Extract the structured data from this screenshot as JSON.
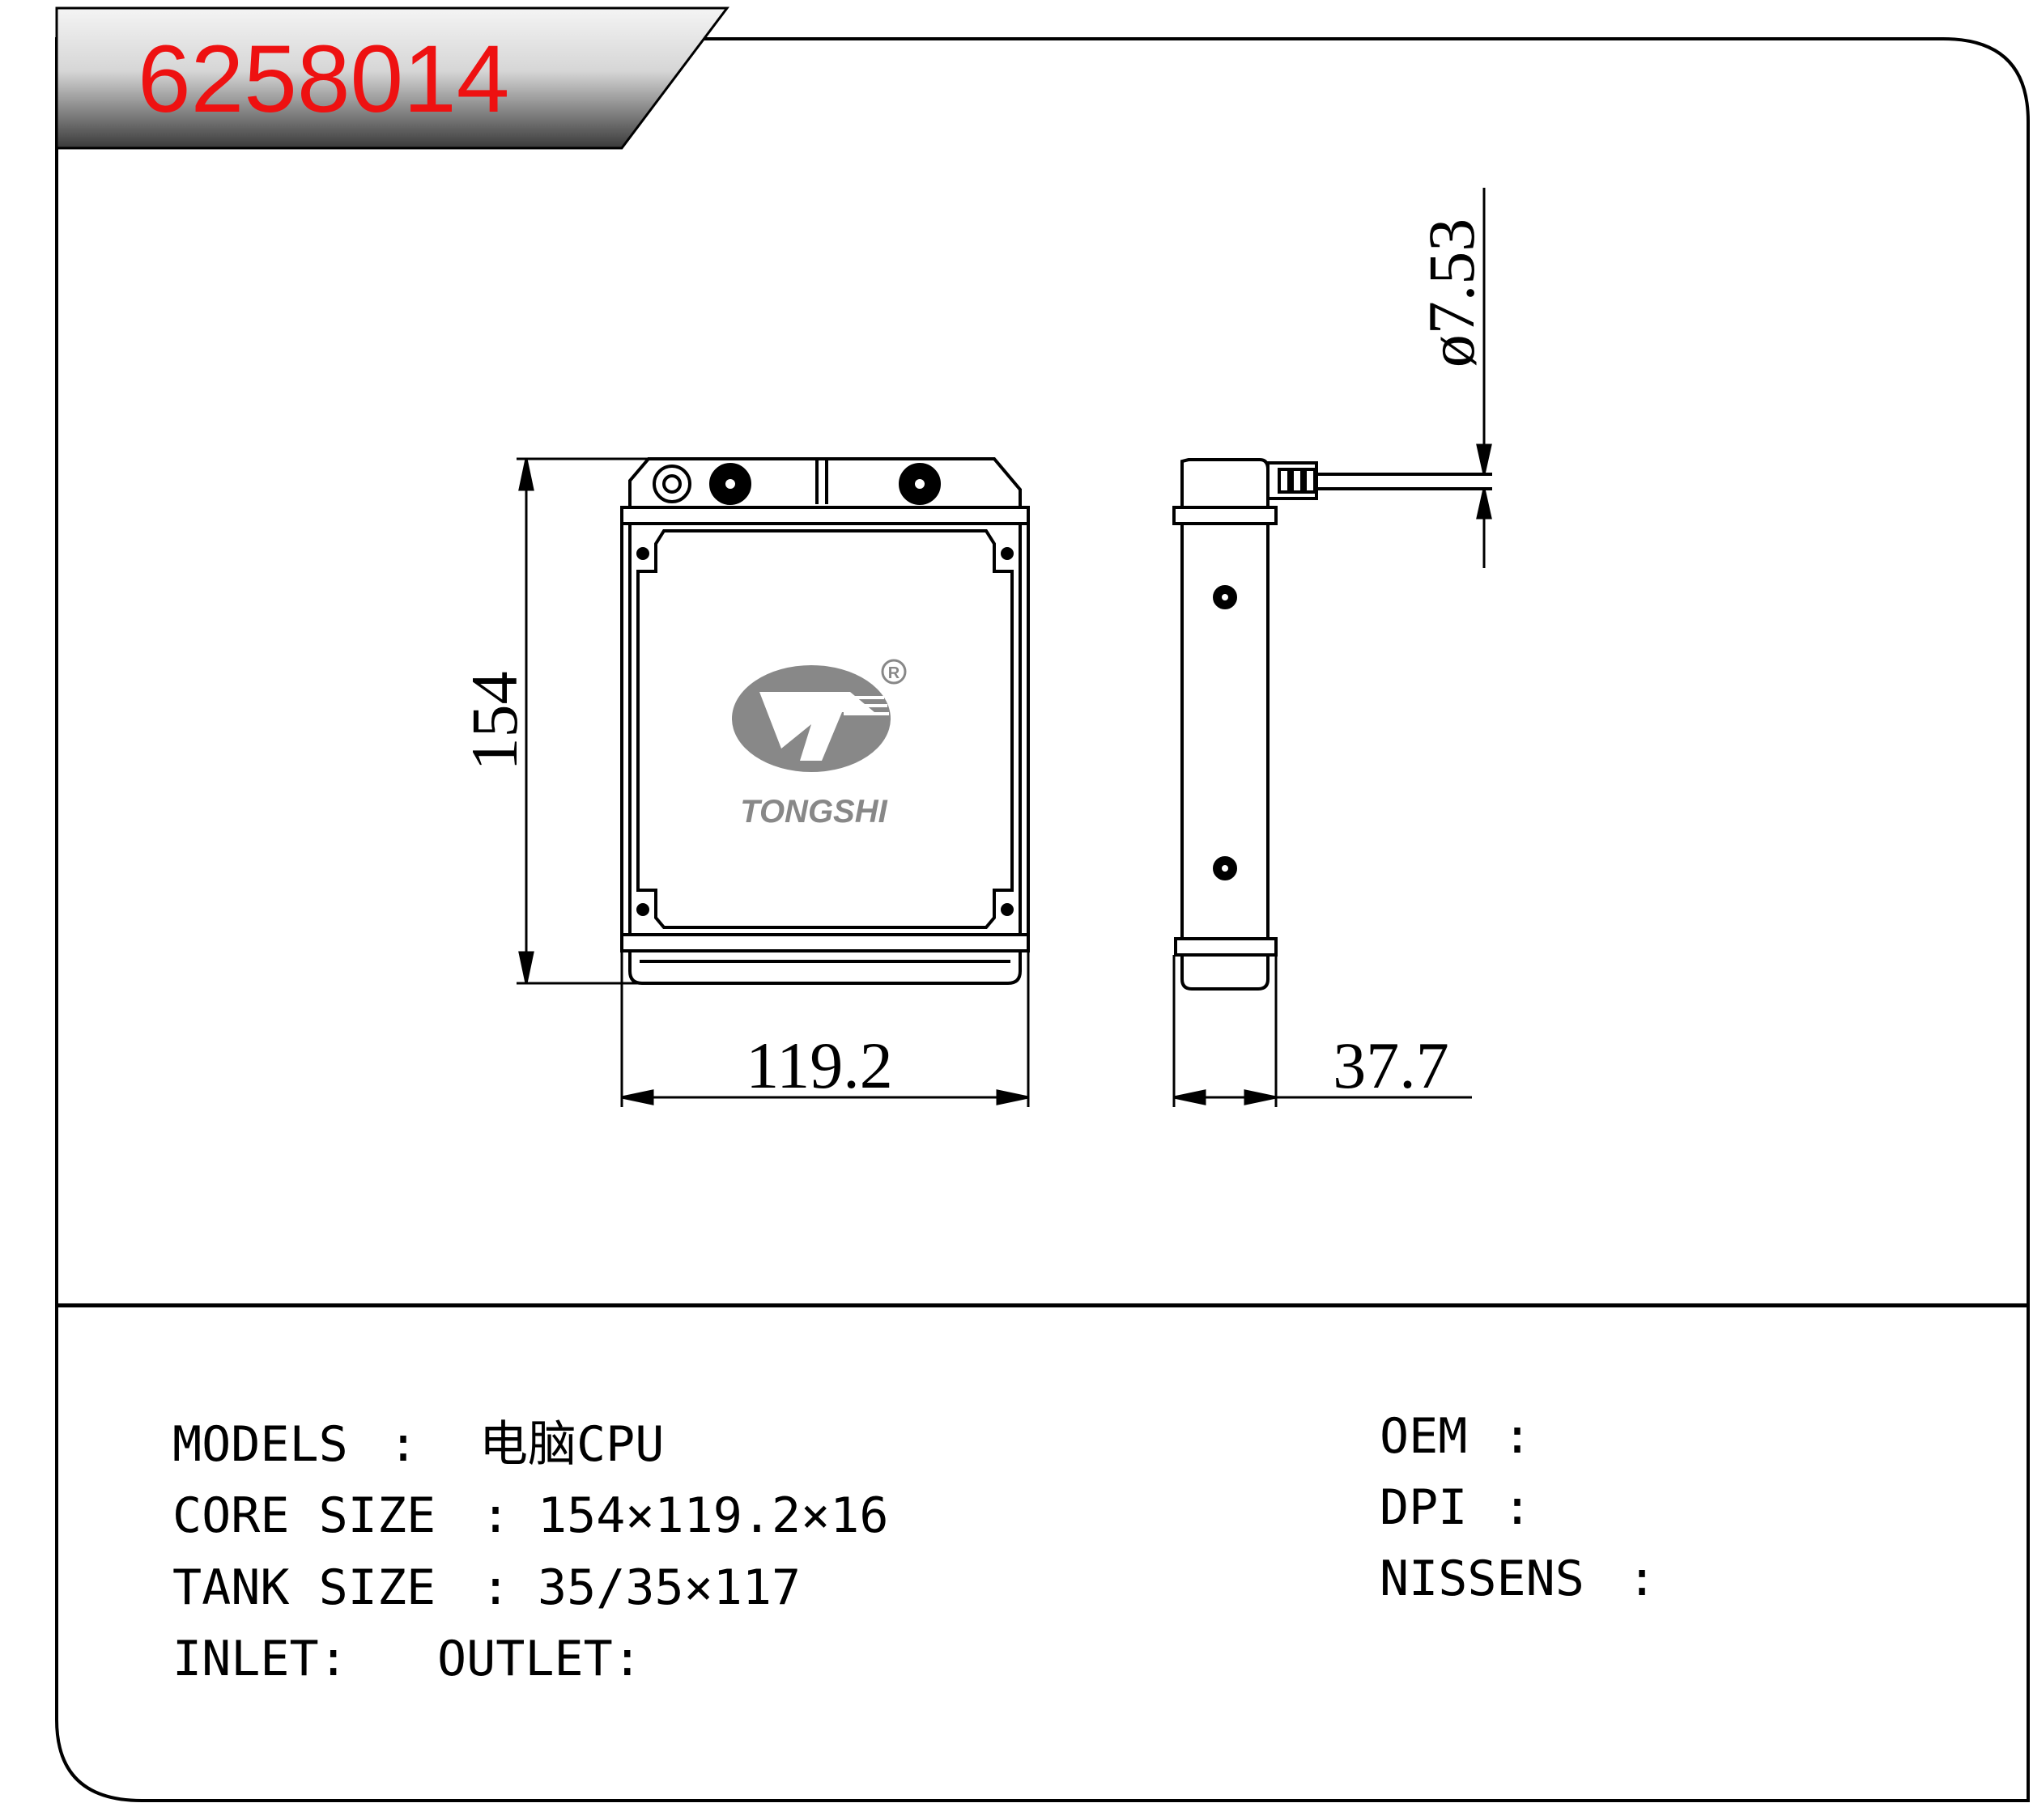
{
  "header": {
    "part_number": "6258014",
    "part_number_color": "#ee1111"
  },
  "drawing": {
    "dims": {
      "height": "154",
      "width": "119.2",
      "depth": "37.7",
      "pipe_diameter": "ø7.53"
    },
    "logo": {
      "brand": "TONGSHI",
      "registered": "R",
      "logo_color": "#888888"
    }
  },
  "specs": {
    "models_label": "MODELS",
    "models_sep": ":",
    "models_value": "电脑CPU",
    "core_label": "CORE SIZE",
    "core_sep": ":",
    "core_value": "154×119.2×16",
    "tank_label": "TANK SIZE",
    "tank_sep": ":",
    "tank_value": "35/35×117",
    "inlet_label": "INLET:",
    "outlet_label": "OUTLET:"
  },
  "refs": {
    "oem_label": "OEM",
    "oem_sep": ":",
    "dpi_label": "DPI",
    "dpi_sep": ":",
    "nissens_label": "NISSENS",
    "nissens_sep": ":"
  }
}
